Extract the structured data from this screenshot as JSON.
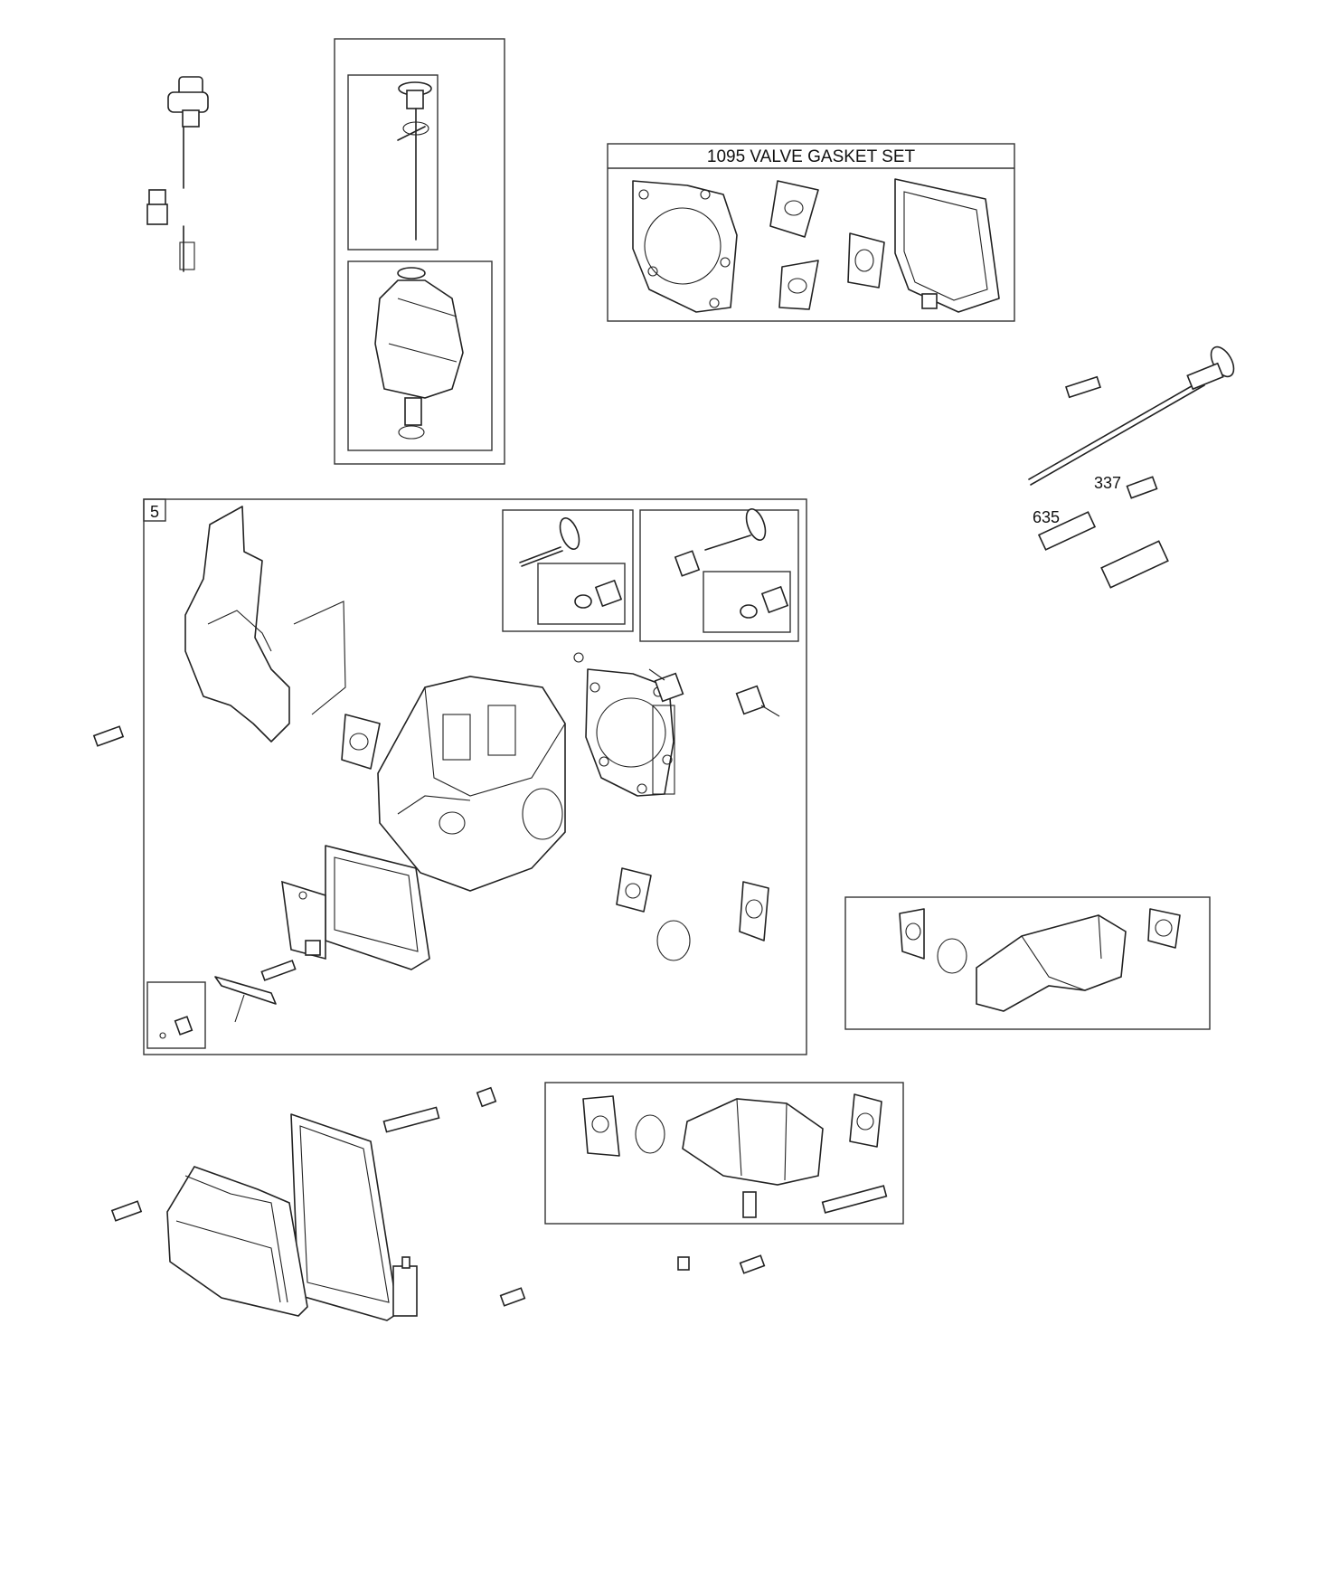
{
  "kit_title": "1095 VALVE GASKET SET",
  "labels": {
    "group": "5",
    "rocker_stud": "337",
    "push_rod_guide": "635"
  }
}
